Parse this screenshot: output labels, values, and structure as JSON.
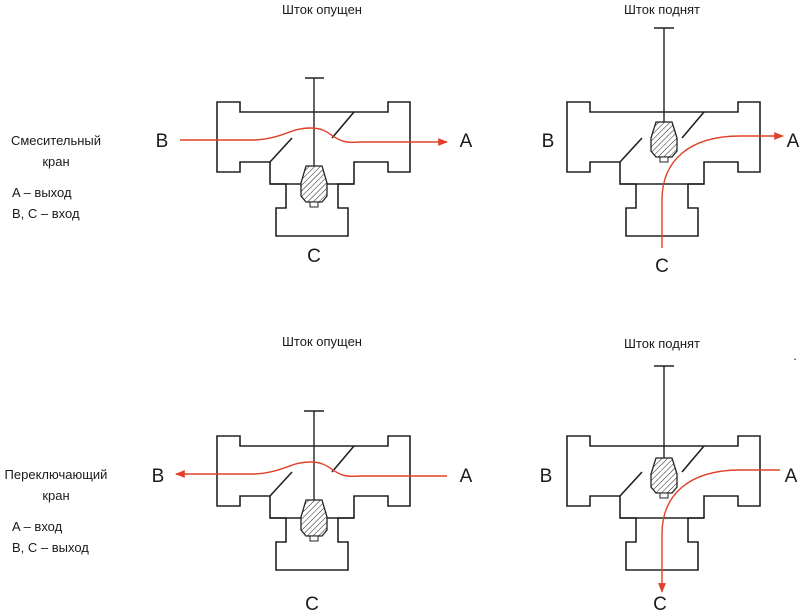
{
  "diagram": {
    "mixing": {
      "title_line1": "Смесительный",
      "title_line2": "кран",
      "legend_a": "A – выход",
      "legend_bc": "B, C – вход",
      "down": {
        "caption": "Шток опущен",
        "port_left": "B",
        "port_right": "A",
        "port_bottom": "C"
      },
      "up": {
        "caption": "Шток поднят",
        "port_left": "B",
        "port_right": "A",
        "port_bottom": "C"
      }
    },
    "switching": {
      "title_line1": "Переключающий",
      "title_line2": "кран",
      "legend_a": "A – вход",
      "legend_bc": "B, C – выход",
      "down": {
        "caption": "Шток опущен",
        "port_left": "B",
        "port_right": "A",
        "port_bottom": "C"
      },
      "up": {
        "caption": "Шток поднят",
        "port_left": "B",
        "port_right": "A",
        "port_bottom": "C"
      }
    },
    "colors": {
      "flow": "#e0402a",
      "outline": "#222222"
    },
    "dot": "."
  }
}
